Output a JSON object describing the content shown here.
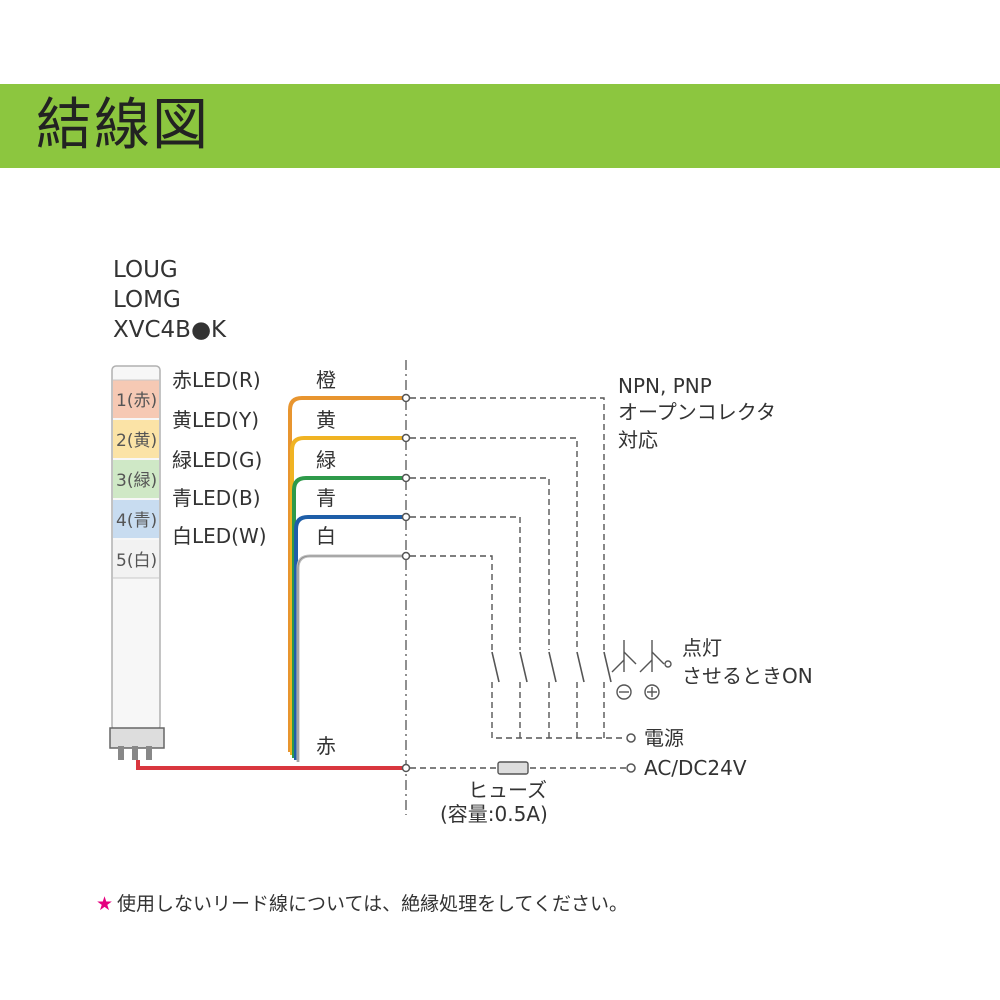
{
  "header": {
    "title": "結線図",
    "band_color": "#8cc63f"
  },
  "models": [
    "LOUG",
    "LOMG",
    "XVC4B●K"
  ],
  "led_labels": [
    "赤LED(R)",
    "黄LED(Y)",
    "緑LED(G)",
    "青LED(B)",
    "白LED(W)"
  ],
  "tier_labels": [
    "1(赤)",
    "2(黄)",
    "3(緑)",
    "4(青)",
    "5(白)"
  ],
  "tier_colors": [
    "#f6c9b4",
    "#fbe3a6",
    "#cfe8c6",
    "#c8dcf0",
    "#f2f2f2"
  ],
  "wires": [
    {
      "label": "橙",
      "color": "#e8952f"
    },
    {
      "label": "黄",
      "color": "#f0b323"
    },
    {
      "label": "緑",
      "color": "#2e9a4a"
    },
    {
      "label": "青",
      "color": "#1e5ea8"
    },
    {
      "label": "白",
      "color": "#bbbbbb"
    }
  ],
  "common_wire": {
    "label": "赤",
    "color": "#d9363e"
  },
  "right": {
    "openc_line1": "NPN, PNP",
    "openc_line2": "オープンコレクタ",
    "openc_line3": "対応",
    "light_line1": "点灯",
    "light_line2": "させるときON",
    "power": "電源",
    "voltage": "AC/DC24V",
    "fuse_name": "ヒューズ",
    "fuse_capacity": "(容量:0.5A)"
  },
  "note": {
    "mark": "★",
    "text": "使用しないリード線については、絶縁処理をしてください。",
    "mark_color": "#e5007f"
  }
}
